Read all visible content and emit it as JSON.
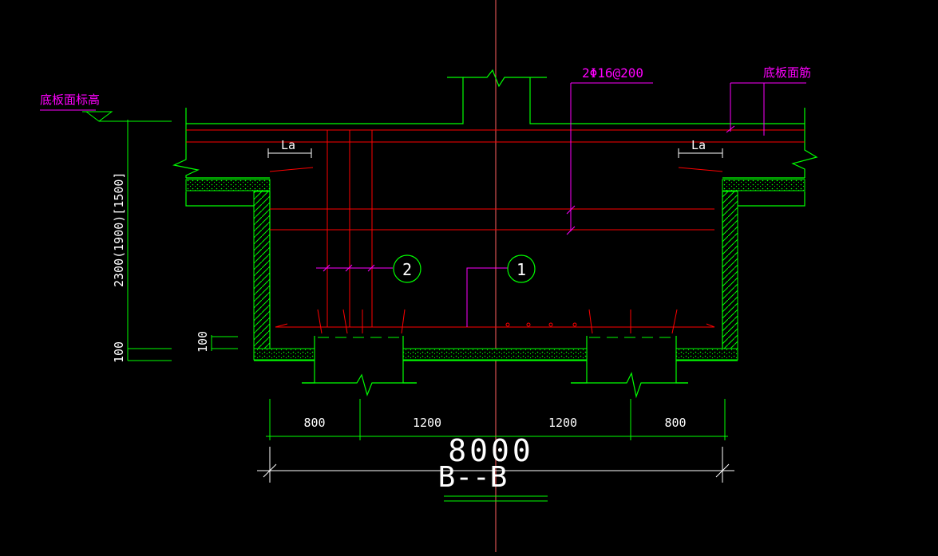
{
  "section_title": "B--B",
  "labels": {
    "floor_elevation": "底板面标高",
    "bar_spec": "2Φ16@200",
    "floor_top_bar": "底板面筋",
    "anchor_left": "La",
    "anchor_right": "La",
    "callout_1": "1",
    "callout_2": "2",
    "height_dim": "2300(1900)[1500]",
    "slab_dim_left": "100",
    "slab_dim_mid": "100"
  },
  "dimensions": {
    "segments": [
      "800",
      "1200",
      "1200",
      "800"
    ],
    "total": "8000"
  },
  "colors": {
    "background": "#000000",
    "structure": "#00ff00",
    "rebar": "#ff0000",
    "annotation": "#ff00ff",
    "dimension": "#ffffff",
    "centerline": "#ff6060"
  }
}
